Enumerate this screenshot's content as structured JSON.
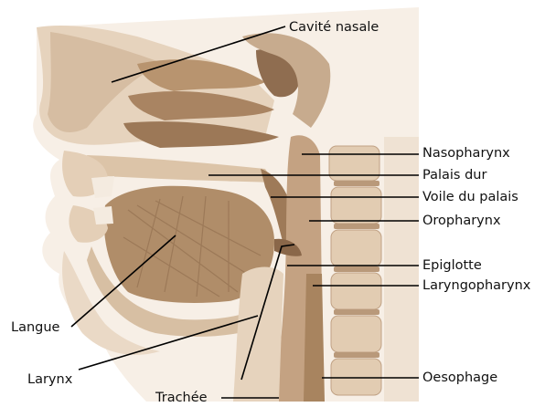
{
  "labels": {
    "cavite_nasale": "Cavité nasale",
    "nasopharynx": "Nasopharynx",
    "palais_dur": "Palais dur",
    "voile_du_palais": "Voile du palais",
    "oropharynx": "Oropharynx",
    "epiglotte": "Epiglotte",
    "laryngopharynx": "Laryngopharynx",
    "langue": "Langue",
    "larynx": "Larynx",
    "oesophage": "Oesophage",
    "trachee": "Trachée"
  },
  "colors": {
    "background": "#ffffff",
    "tissue_light": "#f3e9de",
    "tissue_mid": "#d9c2a6",
    "tissue_dark": "#a9876a",
    "tissue_deep": "#7d5f45",
    "muscle": "#b18f6d",
    "leader_line": "#000000"
  }
}
